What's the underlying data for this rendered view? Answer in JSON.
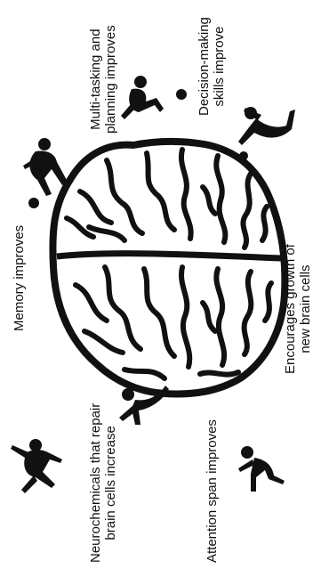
{
  "colors": {
    "ink": "#111111",
    "background": "#ffffff"
  },
  "brain": {
    "icon": "brain-illustration"
  },
  "figures": [
    {
      "icon": "soccer-player-icon"
    },
    {
      "icon": "kicking-player-icon"
    },
    {
      "icon": "dribbling-player-icon"
    },
    {
      "icon": "goalkeeper-icon"
    },
    {
      "icon": "tackling-player-icon"
    },
    {
      "icon": "running-player-icon"
    }
  ],
  "benefits": {
    "memory": {
      "line1": "Memory improves"
    },
    "multitasking": {
      "line1": "Multi-tasking and",
      "line2": "planning improves"
    },
    "decision": {
      "line1": "Decision-making",
      "line2": "skills improve"
    },
    "neurochemicals": {
      "line1": "Neurochemicals that repair",
      "line2": "brain cells increase"
    },
    "attention": {
      "line1": "Attention span improves"
    },
    "growth": {
      "line1": "Encourages growth of",
      "line2": "new brain cells"
    }
  }
}
